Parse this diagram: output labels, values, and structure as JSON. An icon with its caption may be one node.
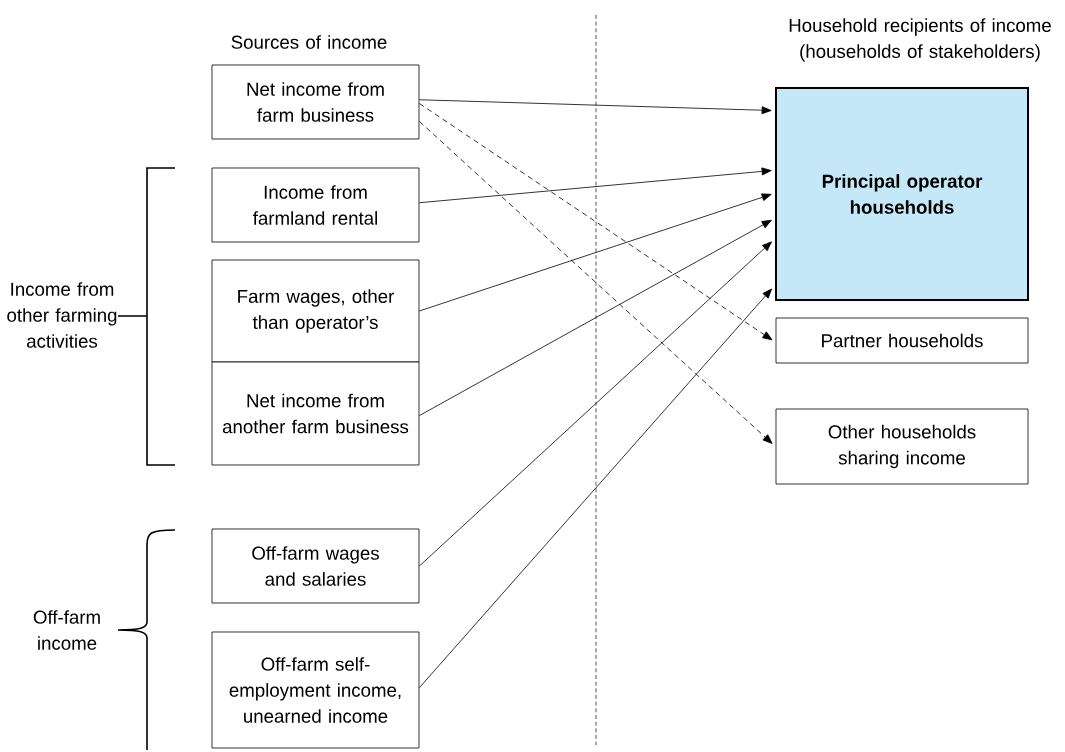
{
  "diagram": {
    "title": "Household recipients of income (households of stakeholders)",
    "nodes": [
      {
        "text": [
          "Net income from farm business"
        ]
      },
      {
        "text": [
          "Income from farmland rental"
        ]
      },
      {
        "text": [
          "Farm wages, other than operator’s"
        ]
      },
      {
        "text": [
          "Net income from another farm business"
        ]
      },
      {
        "text": [
          "Off-farm wages and salaries"
        ]
      },
      {
        "text": [
          "Off-farm self-employment income, unearned income"
        ]
      },
      {
        "text": [
          "Principal operator households"
        ]
      },
      {
        "text": [
          "Partner households"
        ]
      },
      {
        "text": [
          "Other households sharing income"
        ]
      }
    ],
    "edges": [
      {
        "from": 0,
        "to": 6,
        "arrow": "to"
      },
      {
        "from": 1,
        "to": 6,
        "arrow": "to"
      },
      {
        "from": 2,
        "to": 6,
        "arrow": "to"
      },
      {
        "from": 3,
        "to": 6,
        "arrow": "to"
      },
      {
        "from": 4,
        "to": 6,
        "arrow": "to"
      },
      {
        "from": 5,
        "to": 6,
        "arrow": "to"
      },
      {
        "from": 0,
        "to": 7,
        "arrow": "to",
        "style": "dashed"
      },
      {
        "from": 0,
        "to": 8,
        "arrow": "to",
        "style": "dashed"
      }
    ],
    "labels": [
      "Sources of income",
      "Income from other farming activities",
      "Off-farm income"
    ]
  }
}
